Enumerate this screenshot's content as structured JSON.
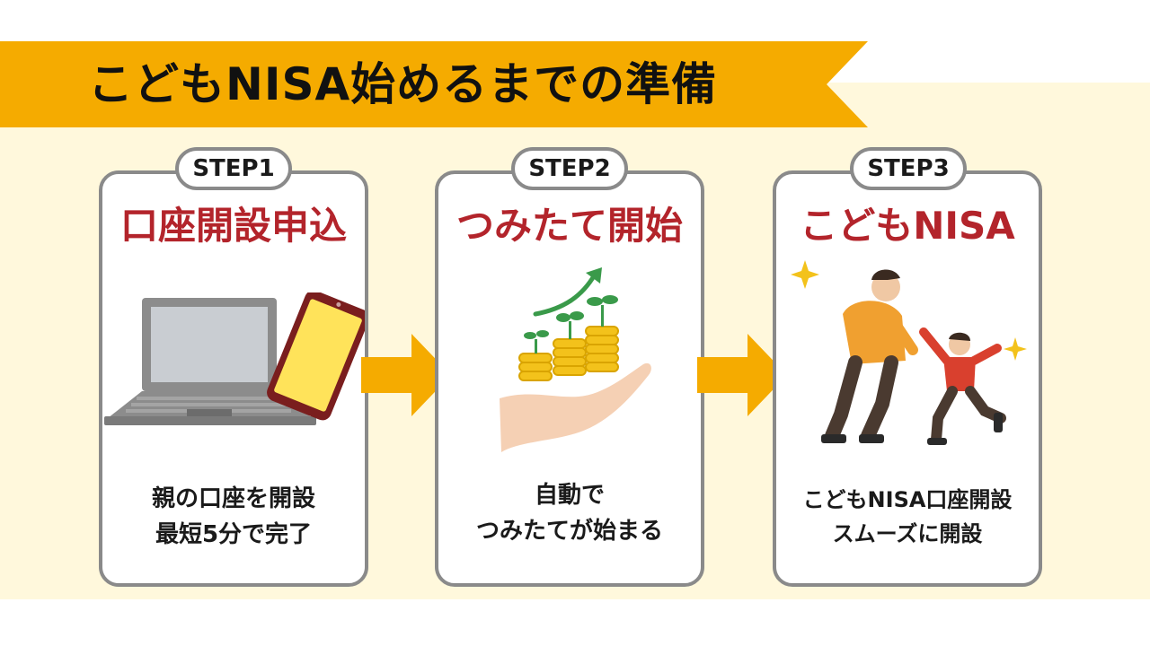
{
  "banner": {
    "title": "こどもNISA始めるまでの準備"
  },
  "steps": [
    {
      "label": "STEP1",
      "title": "口座開設申込",
      "desc": [
        "親の口座を開設",
        "最短5分で完了"
      ],
      "illustration": "laptop-smartphone-icon"
    },
    {
      "label": "STEP2",
      "title": "つみたて開始",
      "desc": [
        "自動で",
        "つみたてが始まる"
      ],
      "illustration": "coins-hand-growth-icon"
    },
    {
      "label": "STEP3",
      "title": "こどもNISA",
      "desc": [
        "こどもNISA口座開設",
        "スムーズに開設"
      ],
      "illustration": "parent-child-skating-icon"
    }
  ],
  "colors": {
    "banner": "#f5ab00",
    "background": "#fff8dc",
    "card_border": "#8a8a8a",
    "title_red": "#b3242b",
    "arrow": "#f5ab00"
  }
}
